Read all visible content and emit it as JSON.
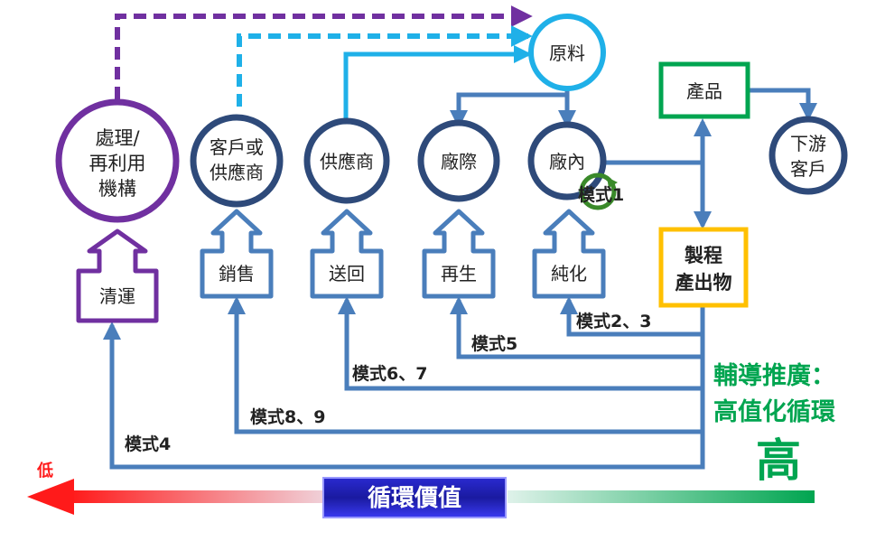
{
  "nodes": {
    "raw_material": "原料",
    "product": "產品",
    "downstream_1": "下游",
    "downstream_2": "客戶",
    "processing_1": "處理/",
    "processing_2": "再利用",
    "processing_3": "機構",
    "customer_1": "客戶或",
    "customer_2": "供應商",
    "supplier": "供應商",
    "off_site": "廠際",
    "in_plant": "廠內",
    "process_output_1": "製程",
    "process_output_2": "產出物"
  },
  "boxes": {
    "clean_transport": "清運",
    "sell": "銷售",
    "return": "送回",
    "regenerate": "再生",
    "purify": "純化"
  },
  "mode_labels": {
    "mode1": "模式1",
    "mode23": "模式2、3",
    "mode5": "模式5",
    "mode67": "模式6、7",
    "mode89": "模式8、9",
    "mode4": "模式4"
  },
  "promotion": {
    "line1": "輔導推廣：",
    "line2": "高值化循環",
    "high": "高",
    "low": "低"
  },
  "value_bar": {
    "label": "循環價值"
  },
  "colors": {
    "blue_line": "#4a7ebb",
    "dark_circle": "#2e4a7a",
    "light_blue": "#1fb0e8",
    "purple": "#7030a0",
    "green": "#00a550",
    "orange": "#ffc000",
    "red": "#ff1a1a"
  }
}
